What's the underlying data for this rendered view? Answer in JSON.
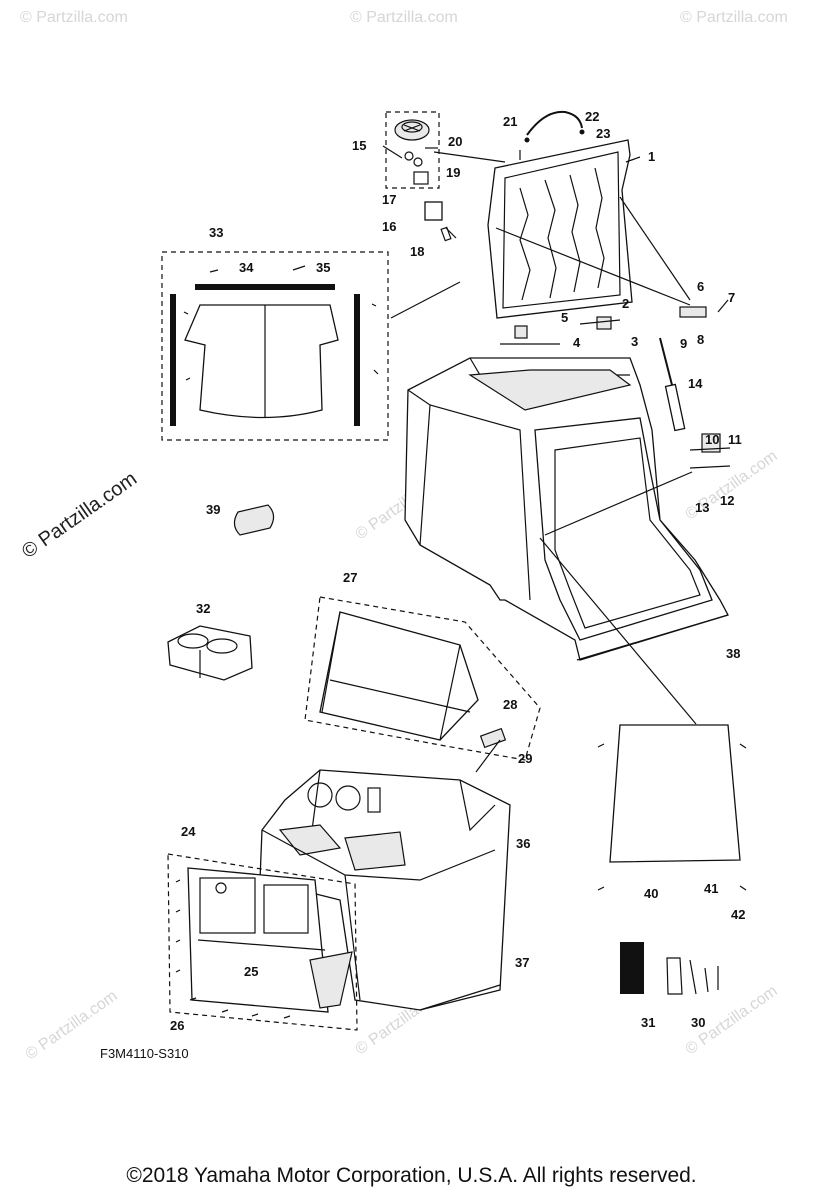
{
  "watermark": "© Partzilla.com",
  "diagram_code": "F3M4110-S310",
  "copyright": "©2018  Yamaha Motor Corporation, U.S.A. All rights reserved.",
  "callouts": {
    "c1": "1",
    "c2": "2",
    "c3": "3",
    "c4": "4",
    "c5": "5",
    "c6": "6",
    "c7": "7",
    "c8": "8",
    "c9": "9",
    "c10": "10",
    "c11": "11",
    "c12": "12",
    "c13": "13",
    "c14": "14",
    "c15": "15",
    "c16": "16",
    "c17": "17",
    "c18": "18",
    "c19": "19",
    "c20": "20",
    "c21": "21",
    "c22": "22",
    "c23": "23",
    "c24": "24",
    "c25": "25",
    "c26": "26",
    "c27": "27",
    "c28": "28",
    "c29": "29",
    "c30": "30",
    "c31": "31",
    "c32": "32",
    "c33": "33",
    "c34": "34",
    "c35": "35",
    "c36": "36",
    "c37": "37",
    "c38": "38",
    "c39": "39",
    "c40": "40",
    "c41": "41",
    "c42": "42"
  }
}
